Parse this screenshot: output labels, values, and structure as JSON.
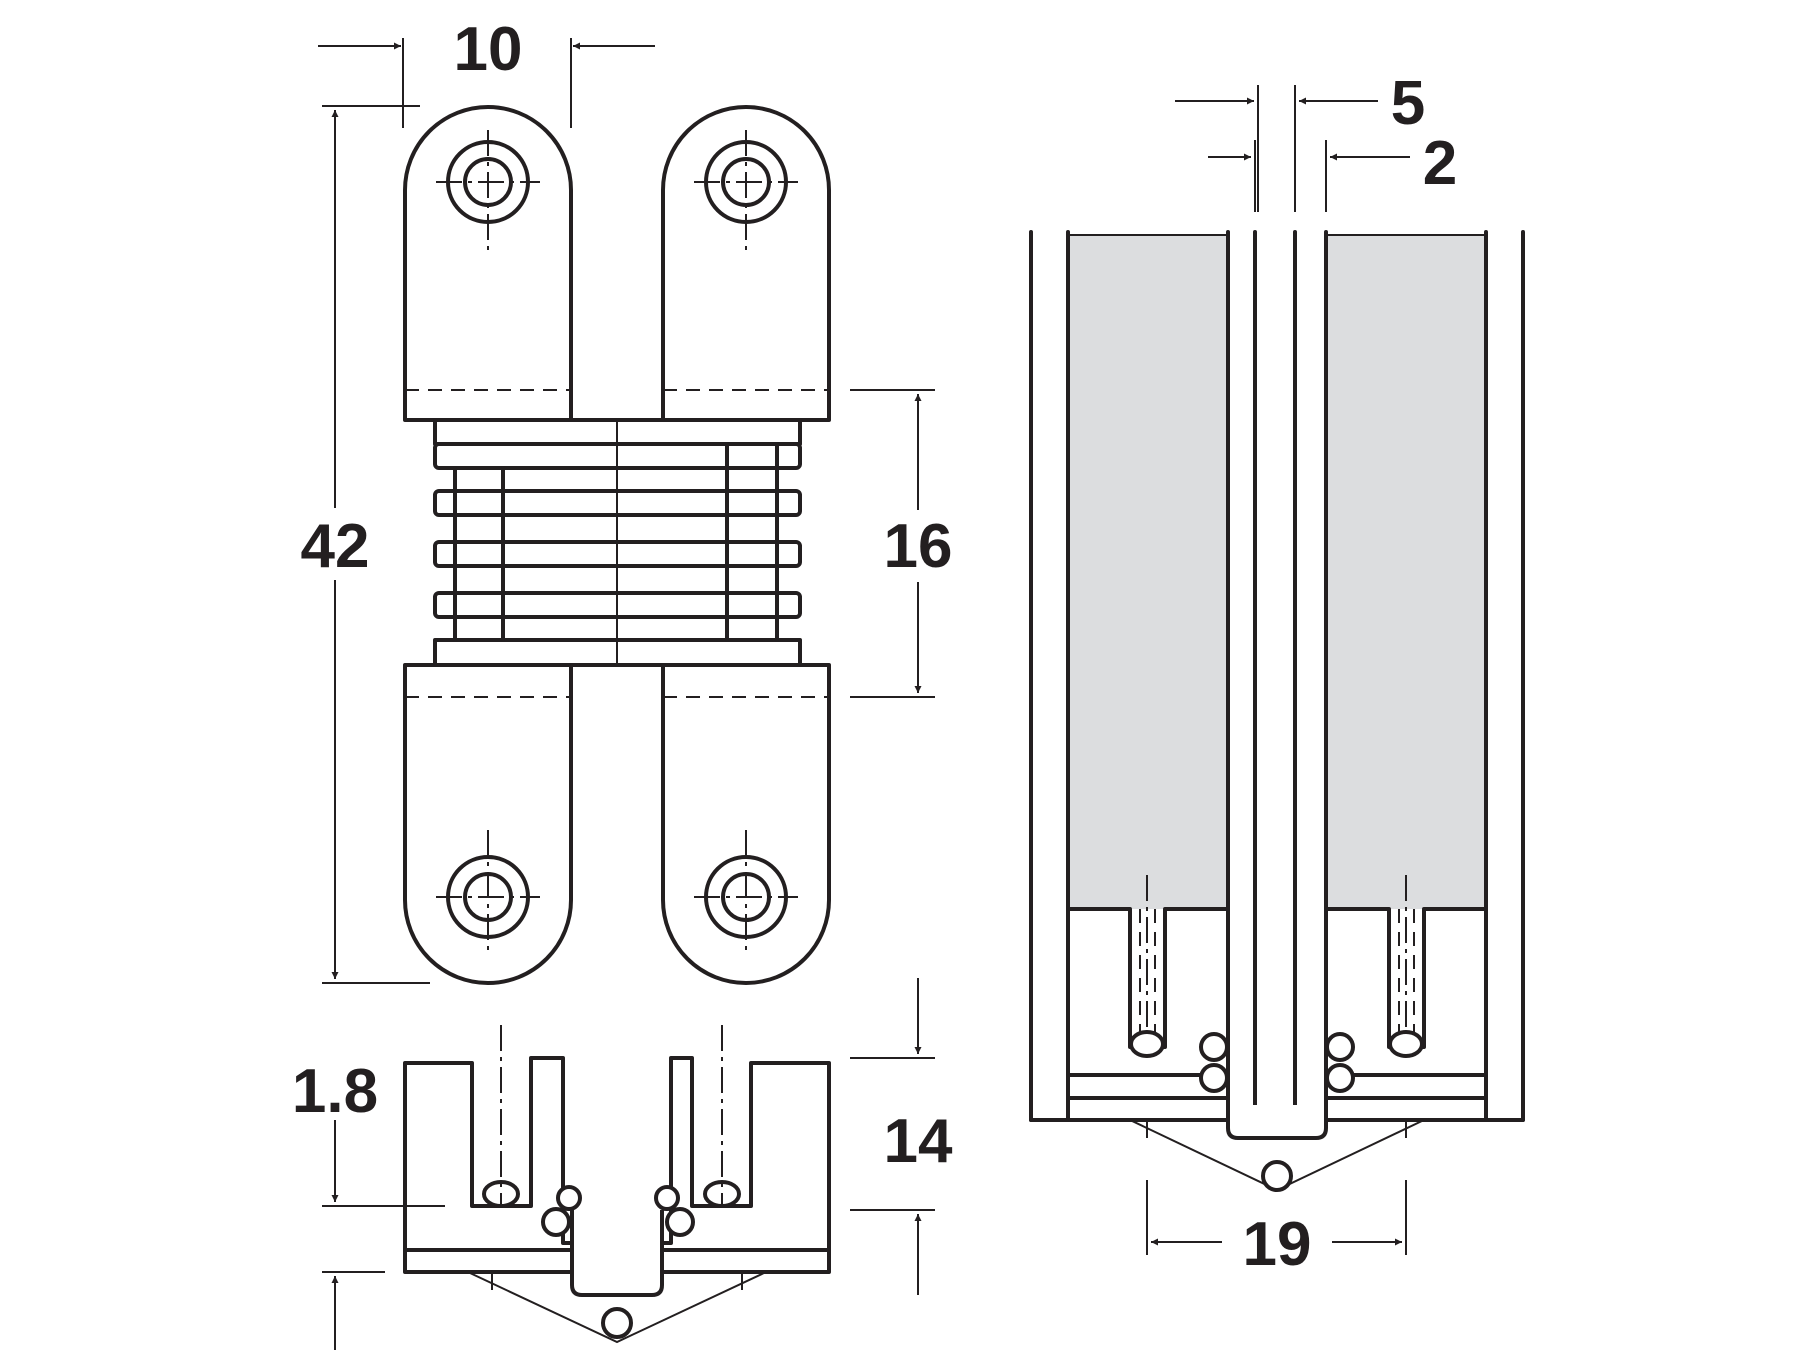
{
  "dimensions": {
    "leaf_width": "10",
    "overall_height": "42",
    "knuckle_height": "16",
    "bottom_offset": "1.8",
    "recess_depth": "14",
    "gap": "5",
    "slot_width": "2",
    "recess_width": "19"
  },
  "colors": {
    "line": "#231f20",
    "recess_fill": "#dcdddf",
    "background": "#ffffff"
  }
}
